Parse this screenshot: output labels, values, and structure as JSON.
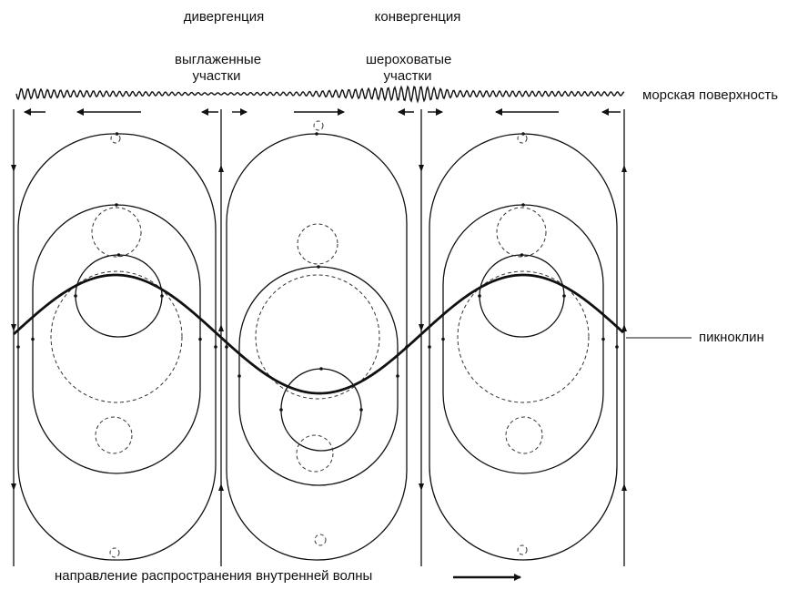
{
  "labels": {
    "divergence": "дивергенция",
    "convergence": "конвергенция",
    "smooth_areas": "выглаженные участки",
    "rough_areas": "шероховатые участки",
    "sea_surface": "морская поверхность",
    "pycnocline": "пикноклин",
    "propagation": "направление распространения внутренней волны"
  }
}
